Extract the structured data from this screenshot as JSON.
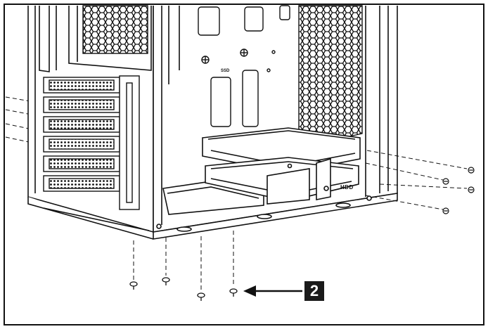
{
  "figure": {
    "step_number": "2",
    "hdd_marking": "HDD",
    "ssd_marking": "SSD",
    "arrow_icon": "left-arrow-icon",
    "screw_icon": "screw-icon"
  }
}
